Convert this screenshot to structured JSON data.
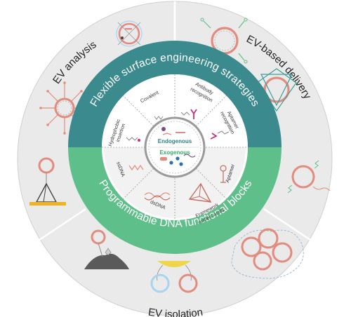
{
  "ring": {
    "top_label": "Flexible surface engineering strategies",
    "bottom_label": "Programmable DNA functional blocks"
  },
  "applications": {
    "analysis": "EV analysis",
    "delivery": "EV-based delivery",
    "isolation": "EV isolation"
  },
  "strategies": {
    "covalent": "Covalent",
    "antibody_line1": "Antibody",
    "antibody_line2": "recognition",
    "aptamer_rec_line1": "Aptamer",
    "aptamer_rec_line2": "recognition",
    "hydrophobic_line1": "Hydrophobic",
    "hydrophobic_line2": "insertion"
  },
  "blocks": {
    "ssdna": "ssDNA",
    "dsdna": "dsDNA",
    "framework_line1": "Framework",
    "framework_line2": "nucleic acids",
    "aptamer": "Aptamer"
  },
  "core": {
    "endogenous": "Endogenous",
    "exogenous": "Exogenous"
  },
  "colors": {
    "teal": "#3b8b8e",
    "green": "#5fbf8a",
    "outer_bg": "#e9e9e9",
    "vesicle": "#e38b7f"
  }
}
